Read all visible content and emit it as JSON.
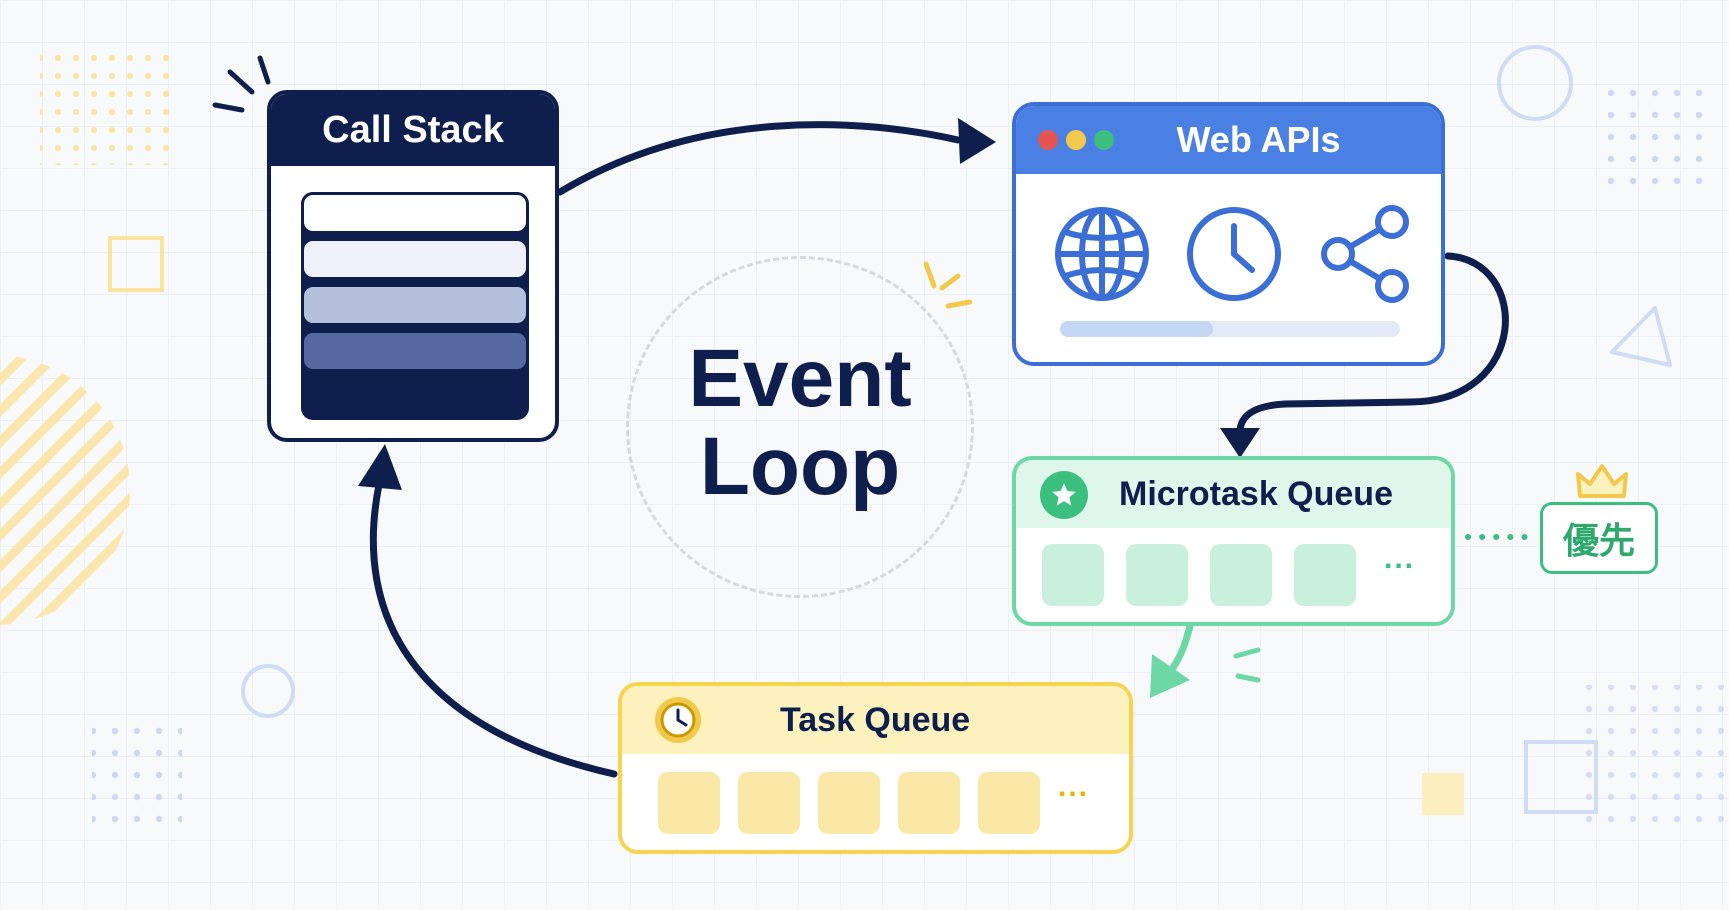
{
  "call_stack": {
    "title": "Call Stack",
    "frame_colors": [
      "#ffffff",
      "#eef1f8",
      "#b4c0dc",
      "#5569a0",
      "#0f1f4d"
    ]
  },
  "web_apis": {
    "title": "Web APIs",
    "window_dot_colors": [
      "#e55353",
      "#f2c94c",
      "#3bbf7f"
    ],
    "icons": [
      "globe-icon",
      "clock-icon",
      "share-icon"
    ],
    "progress": 0.45,
    "accent": "#4a7fe3"
  },
  "microtask_queue": {
    "title": "Microtask Queue",
    "icon": "star-icon",
    "slot_count": 4,
    "more": "...",
    "accent": "#3bbf7f"
  },
  "priority": {
    "label": "優先",
    "icon": "crown-icon",
    "accent": "#f2c94c"
  },
  "task_queue": {
    "title": "Task Queue",
    "icon": "clock-icon",
    "slot_count": 5,
    "more": "...",
    "accent": "#f6d351"
  },
  "event_loop": {
    "line1": "Event",
    "line2": "Loop"
  },
  "colors": {
    "navy": "#0f1f4d"
  }
}
